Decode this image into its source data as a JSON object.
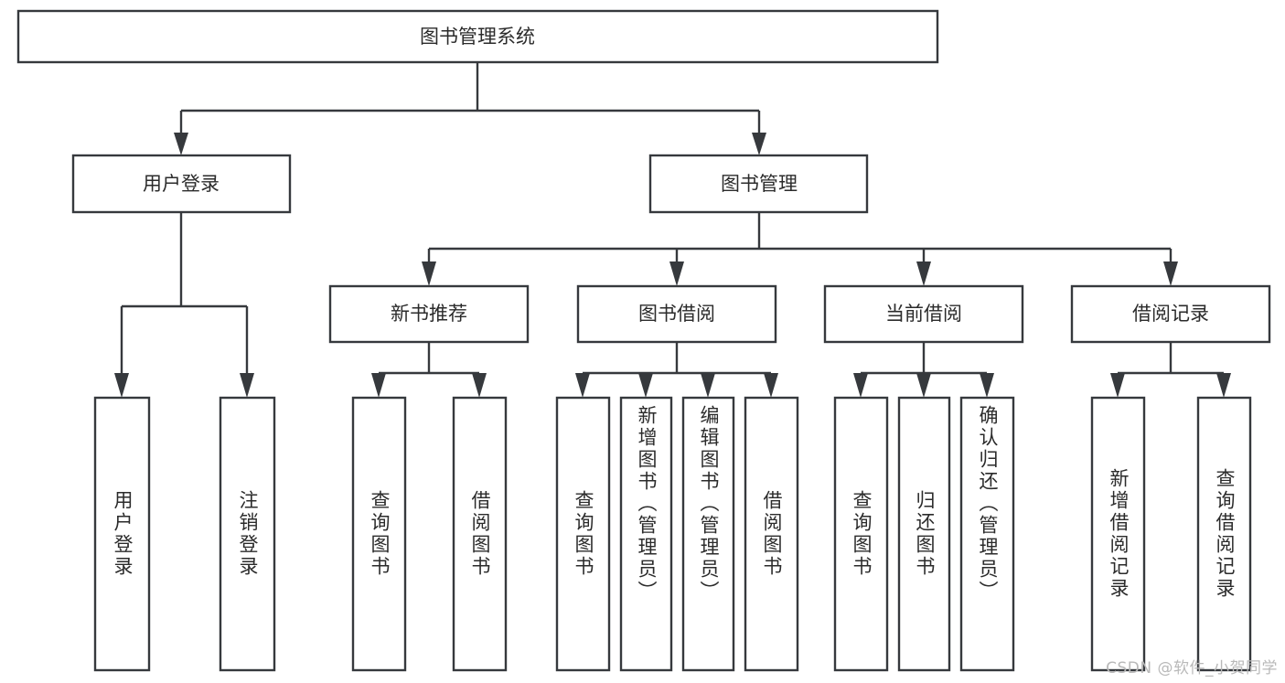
{
  "diagram": {
    "type": "tree-flowchart",
    "title_node": {
      "label": "图书管理系统"
    },
    "level2": [
      {
        "id": "user-login",
        "label": "用户登录"
      },
      {
        "id": "book-manage",
        "label": "图书管理"
      }
    ],
    "level3": [
      {
        "id": "new-book-rec",
        "label": "新书推荐",
        "parent": "book-manage"
      },
      {
        "id": "book-borrow",
        "label": "图书借阅",
        "parent": "book-manage"
      },
      {
        "id": "current-borrow",
        "label": "当前借阅",
        "parent": "book-manage"
      },
      {
        "id": "borrow-record",
        "label": "借阅记录",
        "parent": "book-manage"
      }
    ],
    "leaves": [
      {
        "id": "leaf-user-login",
        "label": "用户登录",
        "parent": "user-login"
      },
      {
        "id": "leaf-user-logout",
        "label": "注销登录",
        "parent": "user-login"
      },
      {
        "id": "leaf-query-book-1",
        "label": "查询图书",
        "parent": "new-book-rec"
      },
      {
        "id": "leaf-borrow-book-1",
        "label": "借阅图书",
        "parent": "new-book-rec"
      },
      {
        "id": "leaf-query-book-2",
        "label": "查询图书",
        "parent": "book-borrow"
      },
      {
        "id": "leaf-add-book",
        "label": "新增图书（管理员）",
        "parent": "book-borrow"
      },
      {
        "id": "leaf-edit-book",
        "label": "编辑图书（管理员）",
        "parent": "book-borrow"
      },
      {
        "id": "leaf-borrow-book-2",
        "label": "借阅图书",
        "parent": "book-borrow"
      },
      {
        "id": "leaf-query-book-3",
        "label": "查询图书",
        "parent": "current-borrow"
      },
      {
        "id": "leaf-return-book",
        "label": "归还图书",
        "parent": "current-borrow"
      },
      {
        "id": "leaf-confirm-return",
        "label": "确认归还（管理员）",
        "parent": "current-borrow"
      },
      {
        "id": "leaf-add-record",
        "label": "新增借阅记录",
        "parent": "borrow-record"
      },
      {
        "id": "leaf-query-record",
        "label": "查询借阅记录",
        "parent": "borrow-record"
      }
    ]
  },
  "watermark": {
    "text": "CSDN @软件_小贺同学"
  },
  "colors": {
    "box_stroke": "#36393d",
    "box_fill": "#ffffff",
    "text": "#2b2b2b",
    "watermark": "#b9b9b9",
    "background": "#ffffff"
  }
}
